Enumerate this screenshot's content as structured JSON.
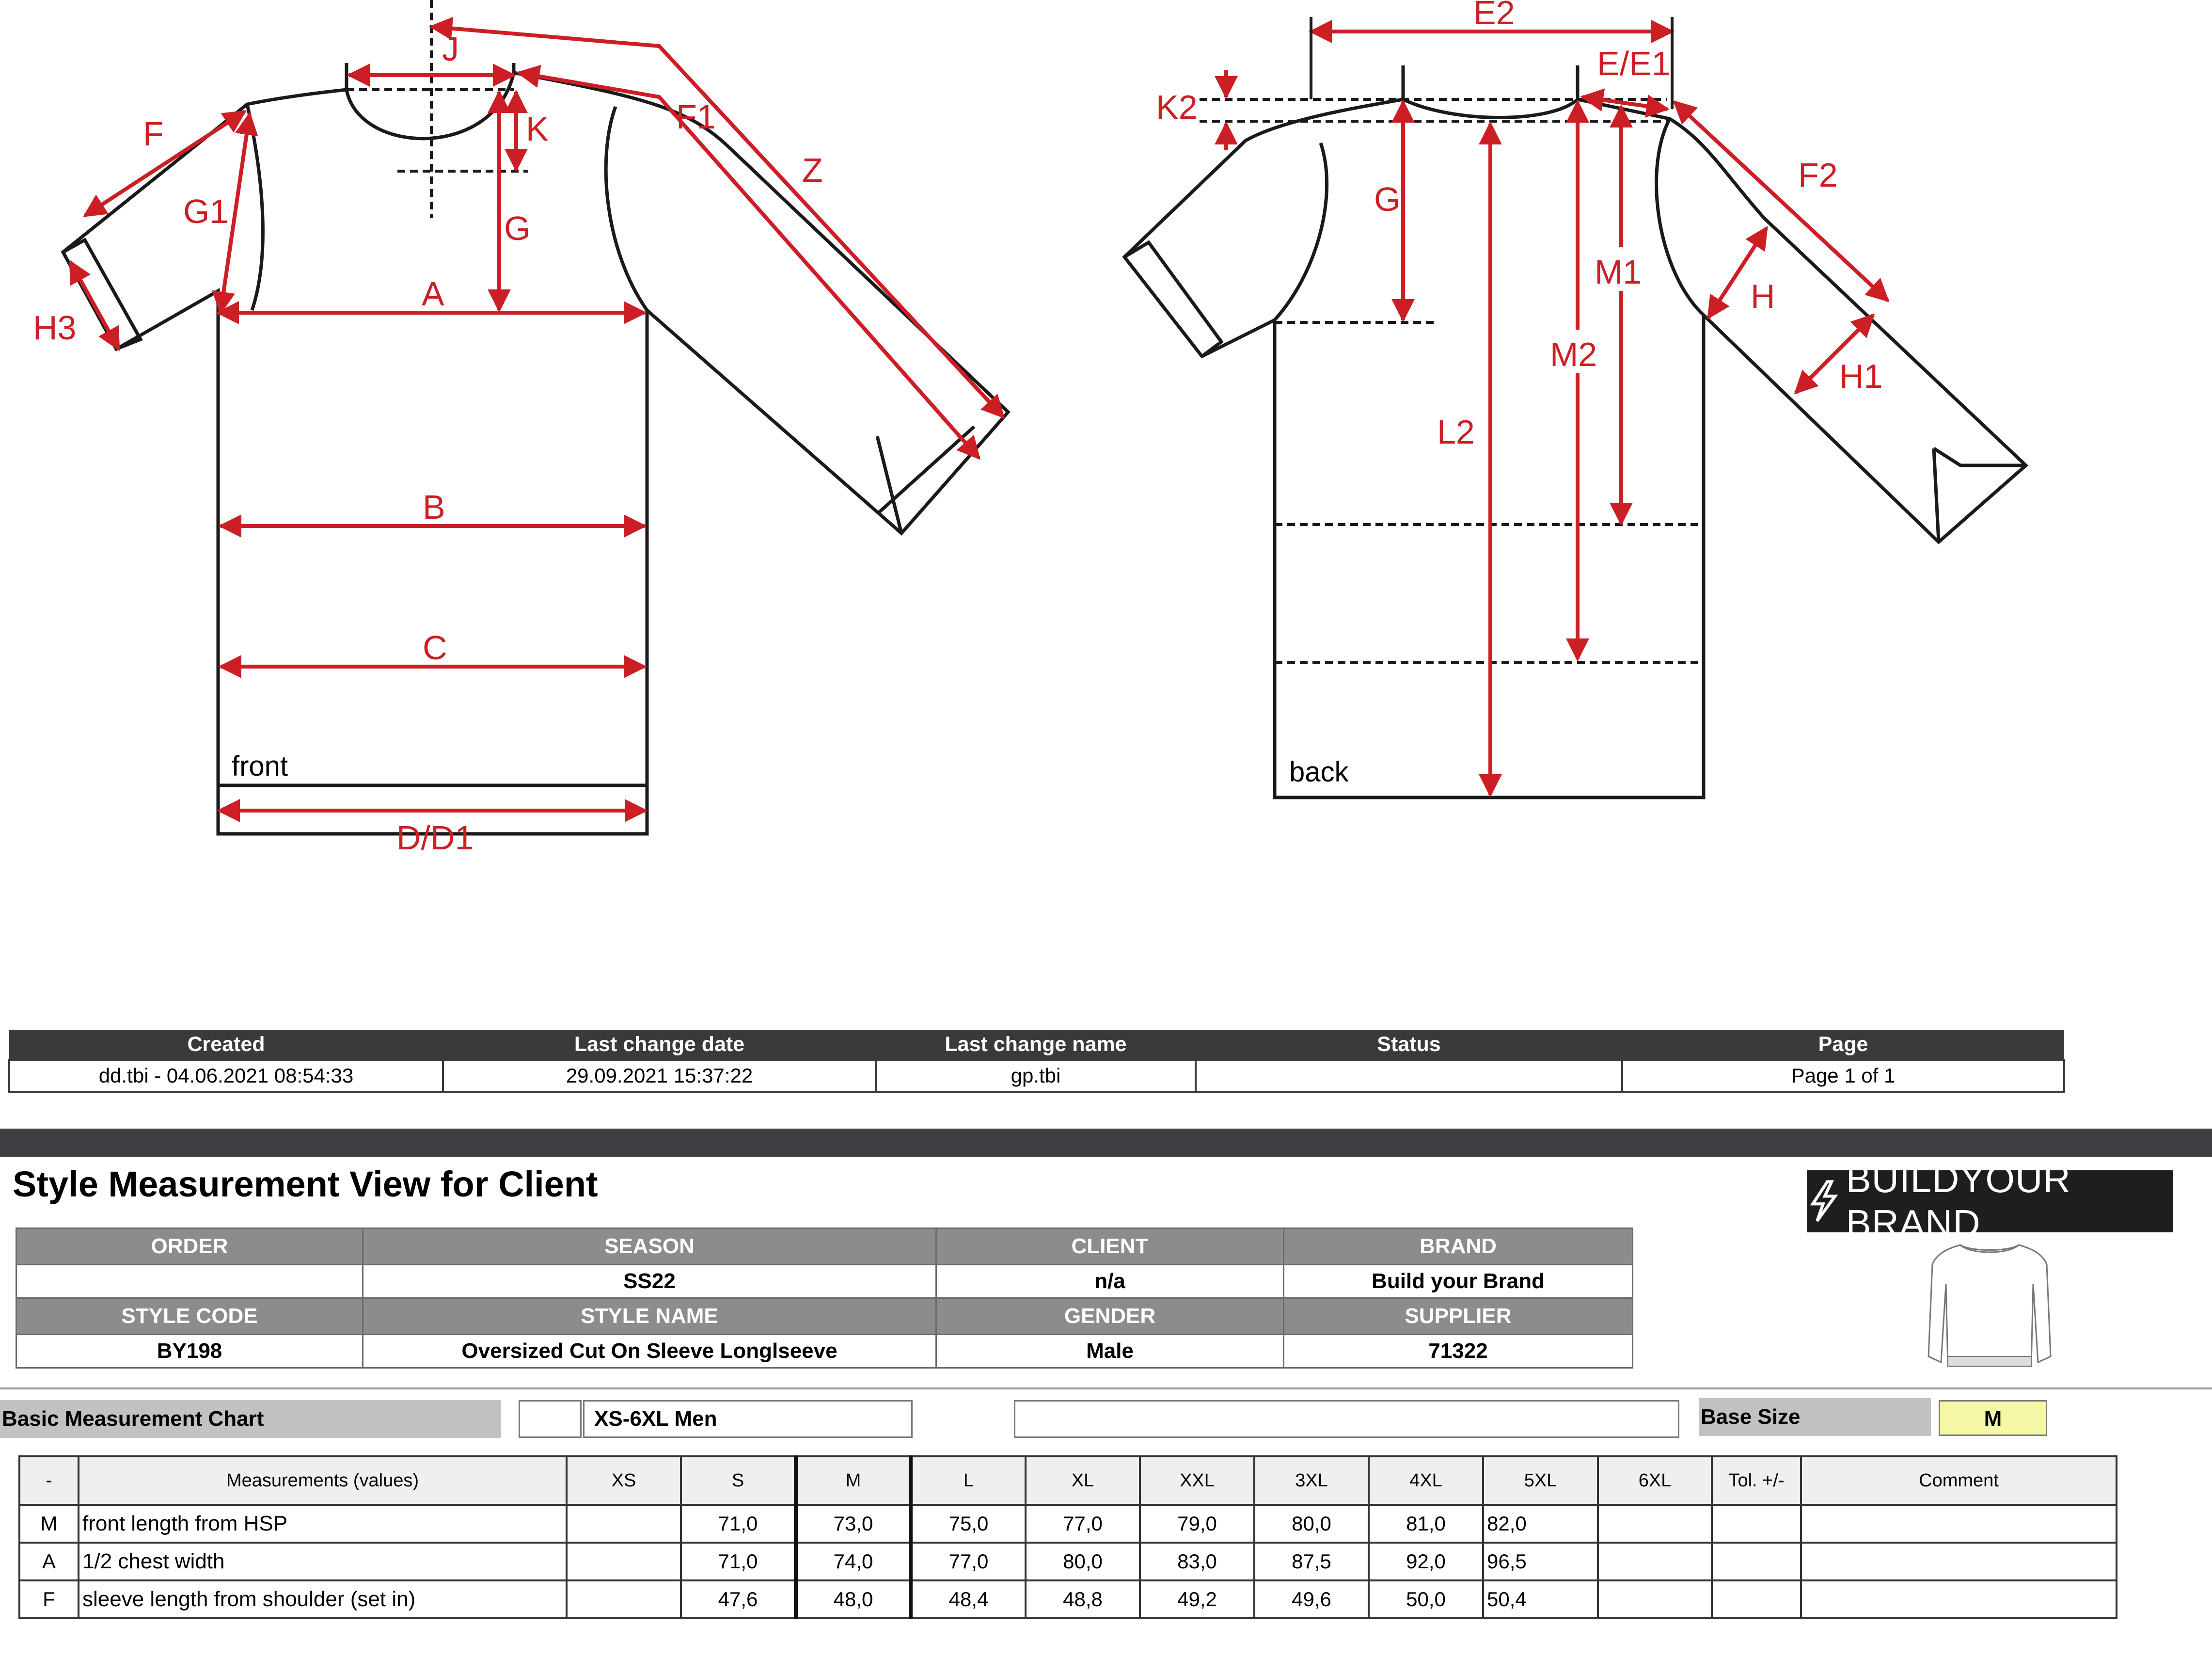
{
  "diagram": {
    "front_caption": "front",
    "back_caption": "back",
    "front_labels": {
      "J": "J",
      "F1": "F1",
      "Z": "Z",
      "F": "F",
      "K": "K",
      "G1": "G1",
      "G": "G",
      "H3": "H3",
      "A": "A",
      "B": "B",
      "C": "C",
      "D": "D/D1"
    },
    "back_labels": {
      "E2": "E2",
      "E": "E/E1",
      "K2": "K2",
      "F2": "F2",
      "G": "G",
      "M1": "M1",
      "H": "H",
      "M2": "M2",
      "H1": "H1",
      "L2": "L2"
    }
  },
  "info": {
    "headers": [
      "Created",
      "Last change date",
      "Last change name",
      "Status",
      "Page"
    ],
    "values": [
      "dd.tbi - 04.06.2021 08:54:33",
      "29.09.2021 15:37:22",
      "gp.tbi",
      "",
      "Page 1 of 1"
    ]
  },
  "title": "Style Measurement View for Client",
  "brand_logo": "BUILDYOUR BRAND",
  "style_info": {
    "row1_headers": [
      "ORDER",
      "SEASON",
      "CLIENT",
      "BRAND"
    ],
    "row1_values": [
      "",
      "SS22",
      "n/a",
      "Build your Brand"
    ],
    "row2_headers": [
      "STYLE CODE",
      "STYLE NAME",
      "GENDER",
      "SUPPLIER"
    ],
    "row2_values": [
      "BY198",
      "Oversized Cut On Sleeve Longlseeve",
      "Male",
      "71322"
    ]
  },
  "chart_bar": {
    "label": "Basic Measurement Chart",
    "size_range": "XS-6XL Men",
    "base_size_label": "Base Size",
    "base_size_value": "M"
  },
  "measurements": {
    "headers": [
      "-",
      "Measurements (values)",
      "XS",
      "S",
      "M",
      "L",
      "XL",
      "XXL",
      "3XL",
      "4XL",
      "5XL",
      "6XL",
      "Tol. +/-",
      "Comment"
    ],
    "rows": [
      {
        "code": "M",
        "name": "front length from HSP",
        "values": [
          "",
          "71,0",
          "73,0",
          "75,0",
          "77,0",
          "79,0",
          "80,0",
          "81,0",
          "82,0",
          "",
          "",
          ""
        ]
      },
      {
        "code": "A",
        "name": "1/2 chest width",
        "values": [
          "",
          "71,0",
          "74,0",
          "77,0",
          "80,0",
          "83,0",
          "87,5",
          "92,0",
          "96,5",
          "",
          "",
          ""
        ]
      },
      {
        "code": "F",
        "name": "sleeve length from shoulder (set in)",
        "values": [
          "",
          "47,6",
          "48,0",
          "48,4",
          "48,8",
          "49,2",
          "49,6",
          "50,0",
          "50,4",
          "",
          "",
          ""
        ]
      }
    ]
  }
}
